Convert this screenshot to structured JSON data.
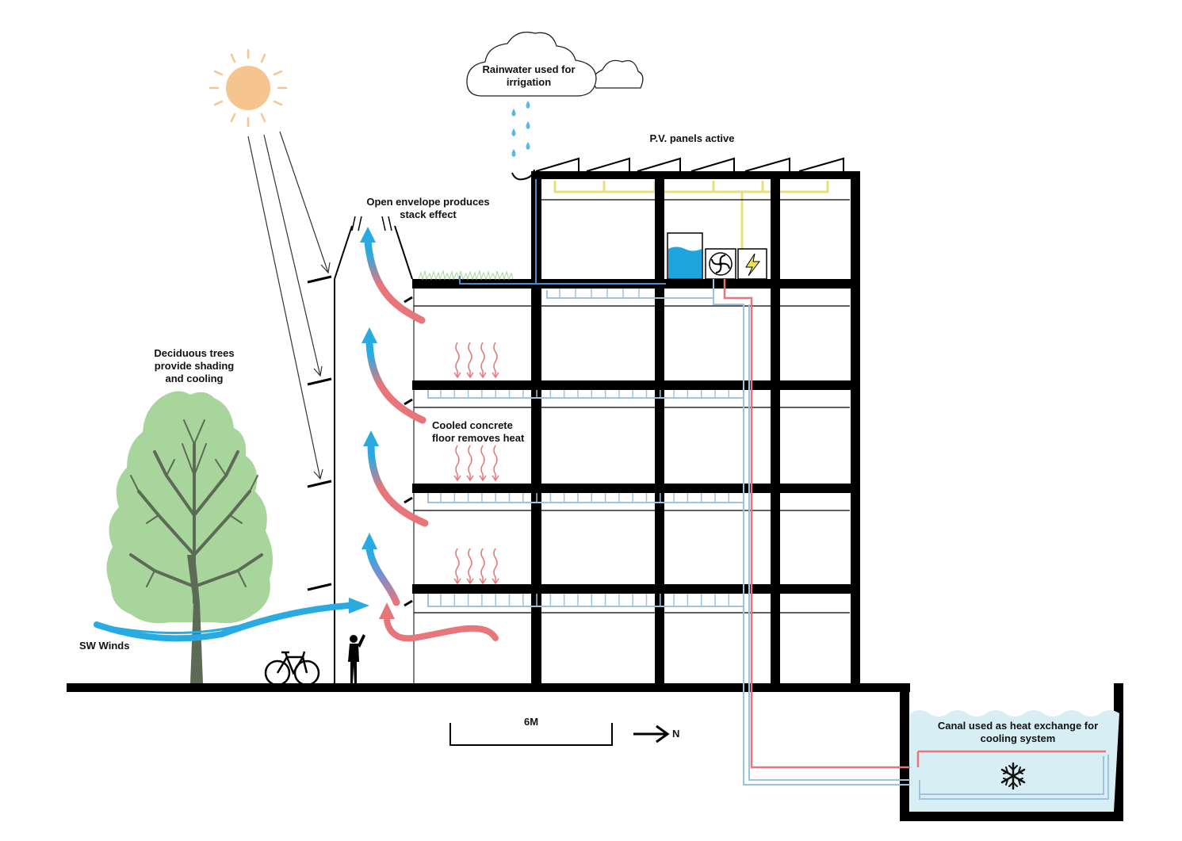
{
  "colors": {
    "structure": "#000000",
    "warm": "#e87579",
    "cool": "#29abe2",
    "cool_pipe": "#9ec3df",
    "pv_yellow": "#e8e07a",
    "tree": "#a8d59b",
    "trunk": "#5b6b55",
    "sun": "#f6c48f",
    "water": "#d7eef5",
    "tank": "#1fa4dd",
    "rain": "#5bb8e5"
  },
  "labels": {
    "rainwater": [
      "Rainwater used for",
      "irrigation"
    ],
    "pv": [
      "P.V. panels active"
    ],
    "envelope": [
      "Open envelope produces",
      "stack effect"
    ],
    "trees": [
      "Deciduous trees",
      "provide shading",
      "and cooling"
    ],
    "cooled_floor": [
      "Cooled concrete",
      "floor removes heat"
    ],
    "winds": [
      "SW Winds"
    ],
    "canal": [
      "Canal used as heat exchange for",
      "cooling system"
    ],
    "scale": "6M",
    "north": "N"
  },
  "icons": {
    "sun": "sun-icon",
    "cloud": "cloud-icon",
    "fan": "fan-icon",
    "power": "lightning-icon",
    "snowflake": "snowflake-icon",
    "bicycle": "bicycle-icon",
    "person": "person-icon",
    "tree": "tree-icon"
  }
}
